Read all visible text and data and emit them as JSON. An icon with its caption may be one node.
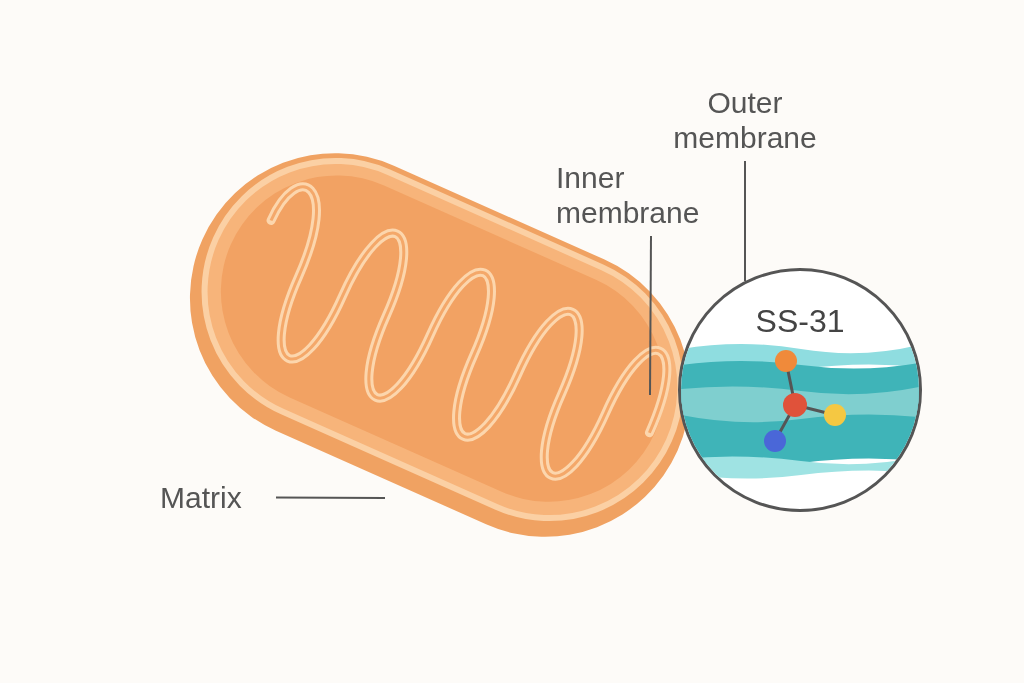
{
  "diagram": {
    "nodes": [
      {
        "text": [
          "Outer membrane"
        ]
      },
      {
        "text": [
          "Inner membrane"
        ]
      },
      {
        "text": [
          "Matrix"
        ]
      },
      {
        "text": [
          "SS-31"
        ]
      }
    ],
    "edges": [
      {
        "from": 0,
        "to": 3,
        "arrow": "none"
      },
      {
        "from": 1,
        "to": null,
        "arrow": "none"
      },
      {
        "from": 2,
        "to": null,
        "arrow": "none"
      }
    ]
  }
}
